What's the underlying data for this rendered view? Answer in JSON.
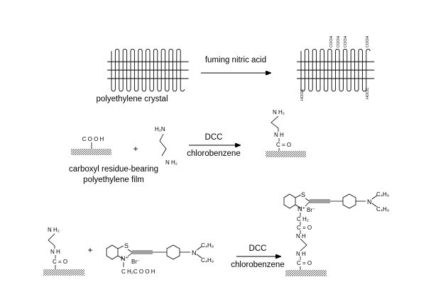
{
  "reaction1": {
    "reagent_label": "fuming nitric acid",
    "crystal_label": "polyethylene crystal",
    "cooh_top": "COOH",
    "cooh_left": "HOOC",
    "cooh_right": "HOOC"
  },
  "reaction2": {
    "cooh_label": "C O O H",
    "plus": "+",
    "amine_top": "H₂N",
    "amine_bottom": "N H₂",
    "reagent_top": "DCC",
    "reagent_bottom": "chlorobenzene",
    "film_label_line1": "carboxyl residue-bearing",
    "film_label_line2": "polyethylene film",
    "product_nh2": "N H₂",
    "product_nh": "N H",
    "product_co": "C = O"
  },
  "reaction3": {
    "plus": "+",
    "reagent_top": "DCC",
    "reagent_bottom": "chlorobenzene",
    "reactant_nh2": "N H₂",
    "reactant_nh": "N H",
    "reactant_co": "C = O",
    "dye_s": "S",
    "dye_n": "N⁺",
    "dye_br": "Br⁻",
    "dye_ch2cooh": "C H₂C O O H",
    "dye_c4h9_top": "C₄H₉",
    "dye_c4h9_bottom": "C₄H₉",
    "dye_namine": "N",
    "product_s": "S",
    "product_n": "N⁺",
    "product_br": "Br⁻",
    "product_ch2": "C H₂",
    "product_co1": "C = O",
    "product_nh1": "N H",
    "product_nh2": "N H",
    "product_co2": "C = O",
    "product_c4h9_top": "C₄H₉",
    "product_c4h9_bottom": "C₄H₉",
    "product_namine": "N"
  }
}
